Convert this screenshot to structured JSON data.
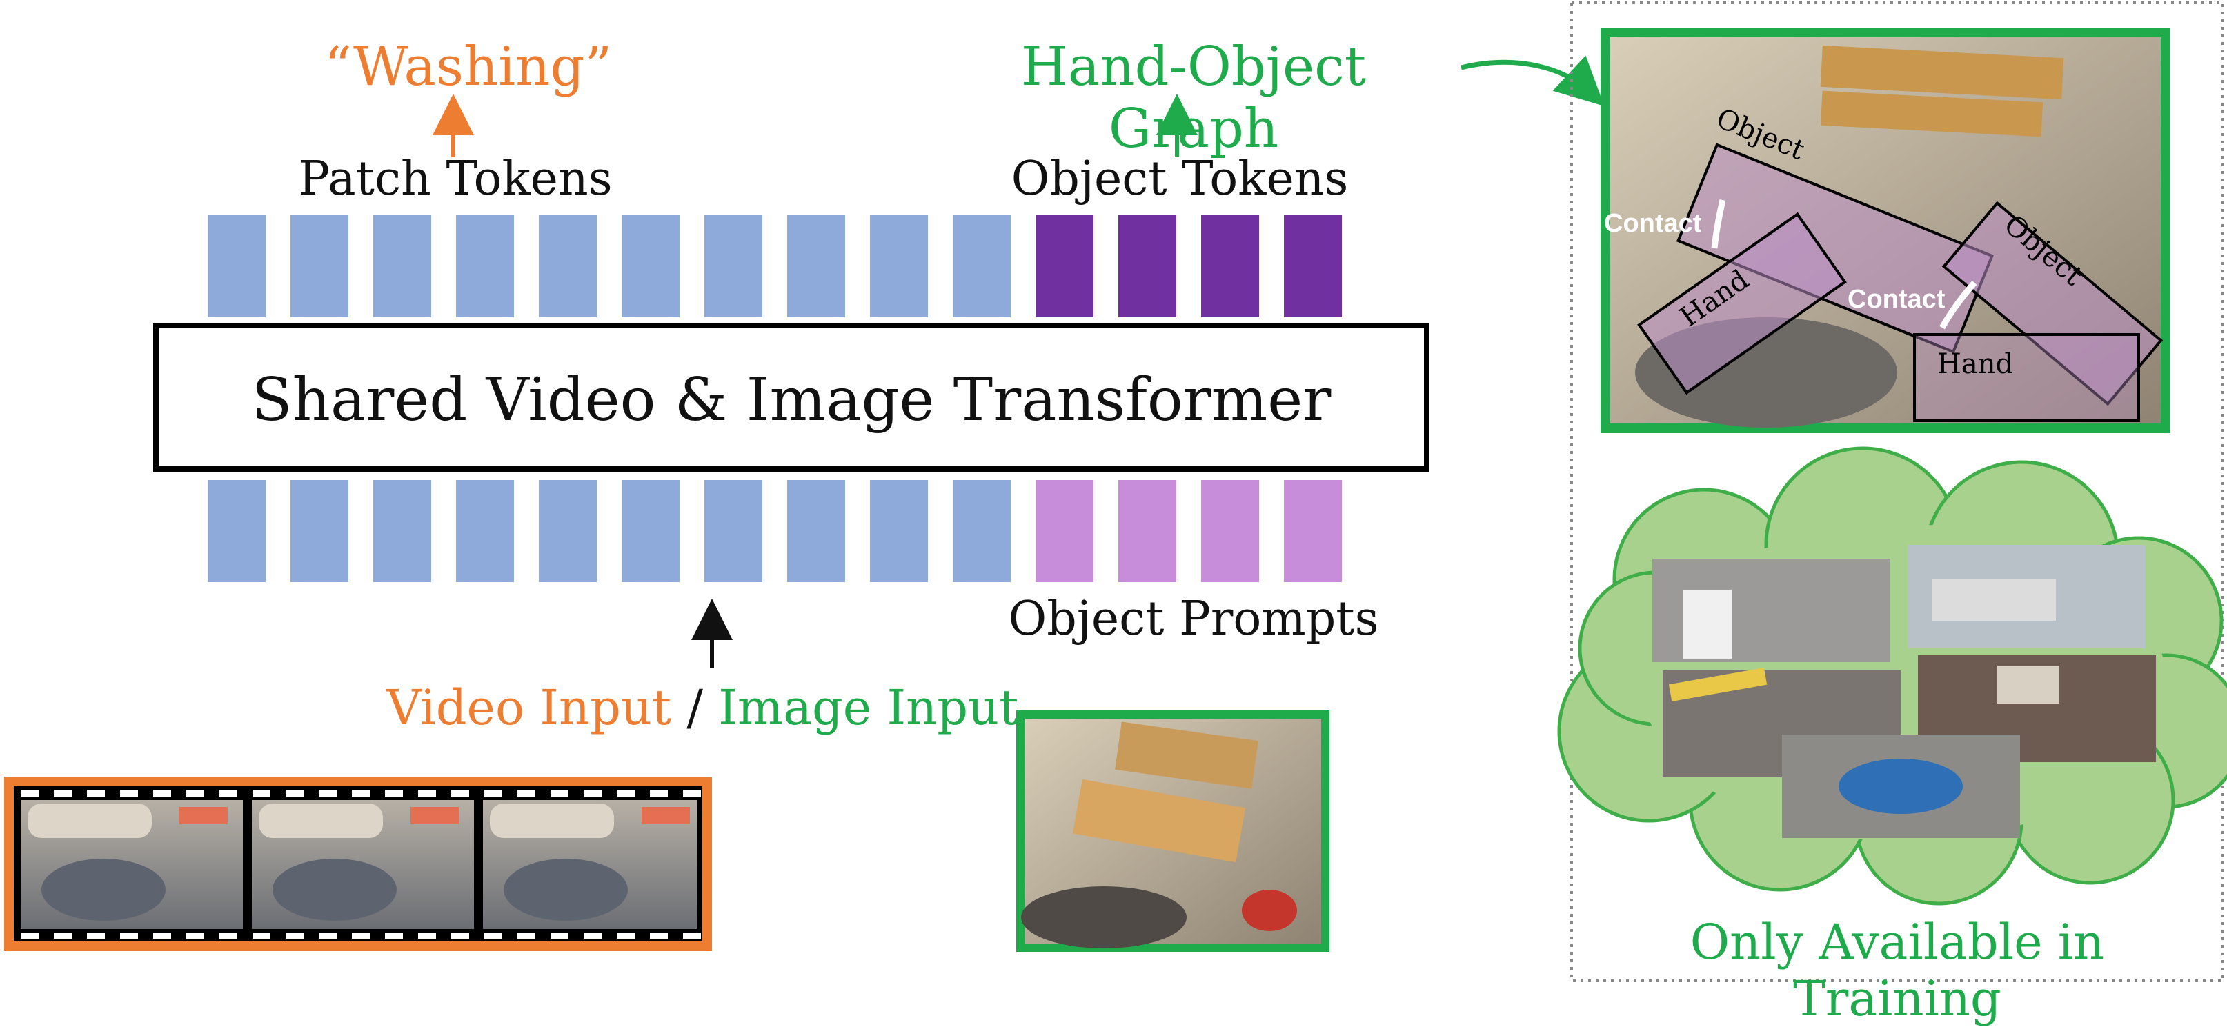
{
  "output_labels": {
    "action": "“Washing”",
    "graph": "Hand-Object Graph"
  },
  "token_groups": {
    "patch": "Patch Tokens",
    "object": "Object Tokens",
    "prompts": "Object Prompts"
  },
  "transformer_label": "Shared Video & Image Transformer",
  "inputs": {
    "video": "Video Input",
    "separator": "/",
    "image": "Image Input"
  },
  "graph_panel": {
    "labels": [
      "Object",
      "Object",
      "Hand",
      "Hand"
    ],
    "contacts": [
      "Contact",
      "Contact"
    ]
  },
  "training_note": "Only Available in Training",
  "colors": {
    "patch_token": "#8eaadb",
    "object_token": "#7030a0",
    "object_prompt": "#c78ddb",
    "orange": "#ed7d31",
    "green": "#1faa4b",
    "cloud_fill": "#a9d18e",
    "cloud_stroke": "#3fae49",
    "text": "#111111"
  },
  "icons": [
    "up-arrow-icon",
    "curved-arrow-icon",
    "film-strip-icon",
    "cloud-icon"
  ]
}
